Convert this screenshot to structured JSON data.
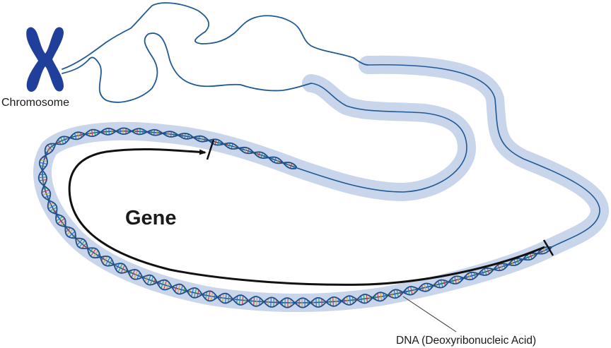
{
  "labels": {
    "chromosome": "Chromosome",
    "gene": "Gene",
    "dna": "DNA (Deoxyribonucleic Acid)"
  },
  "colors": {
    "chromosome": "#1f3f9a",
    "strand": "#1f5a96",
    "halo": "#c9d5ea",
    "helix_backbone": "#1f4f8a",
    "base_pairs": [
      "#d23b3b",
      "#2f9a52",
      "#2a6fc0",
      "#e0a020"
    ],
    "arrow": "#111111"
  }
}
